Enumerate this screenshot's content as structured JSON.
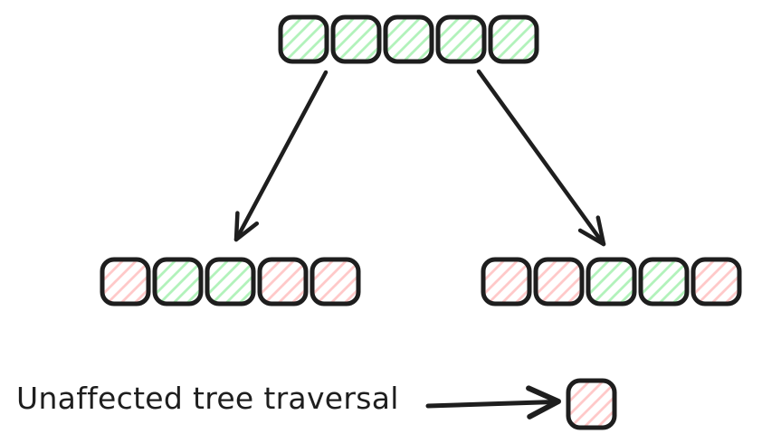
{
  "colors": {
    "ink": "#1e1e1e",
    "green": "#b2f2bb",
    "red": "#ffc9c9",
    "background": "#ffffff"
  },
  "tree": {
    "root": {
      "cells": [
        "green",
        "green",
        "green",
        "green",
        "green"
      ]
    },
    "left_child": {
      "cells": [
        "red",
        "green",
        "green",
        "red",
        "red"
      ]
    },
    "right_child": {
      "cells": [
        "red",
        "red",
        "green",
        "green",
        "red"
      ]
    }
  },
  "arrows": {
    "root_to_left_child": "down-left-arrow",
    "root_to_right_child": "down-right-arrow"
  },
  "legend": {
    "label": "Unaffected tree traversal",
    "arrow": "right-arrow",
    "swatch": {
      "cells": [
        "red"
      ]
    }
  }
}
